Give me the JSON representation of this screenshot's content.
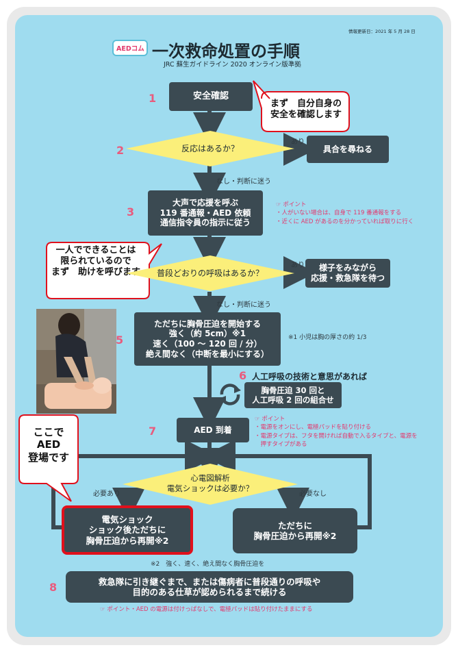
{
  "header": {
    "logo_text": "AEDコム",
    "title": "一次救命処置の手順",
    "subtitle": "JRC 蘇生ガイドライン 2020 オンライン版準拠",
    "updated": "情報更新日：2021 年 5 月 28 日"
  },
  "steps": {
    "s1": {
      "num": "1",
      "label": "安全確認"
    },
    "s2": {
      "num": "2",
      "question": "反応はあるか？",
      "yes": "あり",
      "yes_box": "具合を尋ねる"
    },
    "between_2_3": "なし・判断に迷う",
    "s3": {
      "num": "3",
      "lines": [
        "大声で応援を呼ぶ",
        "119 番通報・AED 依頼",
        "通信指令員の指示に従う"
      ],
      "point_label": "ポイント",
      "points": [
        "・人がいない場合は、自身で 119 番通報をする",
        "・近くに AED があるのを分かっていれば取りに行く"
      ]
    },
    "s4": {
      "question": "普段どおりの呼吸はあるか？",
      "yes": "あり",
      "yes_lines": [
        "様子をみながら",
        "応援・救急隊を待つ"
      ]
    },
    "between_4_5": "なし・判断に迷う",
    "s5": {
      "num": "5",
      "lines": [
        "ただちに胸骨圧迫を開始する",
        "強く（約 5cm）※1",
        "速く（100 ～ 120 回 / 分）",
        "絶え間なく（中断を最小にする）"
      ],
      "note": "※1 小児は胸の厚さの約 1/3"
    },
    "s6": {
      "num": "6",
      "title": "人工呼吸の技術と意思があれば",
      "lines": [
        "胸骨圧迫 30 回と",
        "人工呼吸 2 回の組合せ"
      ]
    },
    "s7": {
      "num": "7",
      "label": "AED 到着",
      "point_label": "ポイント",
      "points": [
        "・電源をオンにし、電極パッドを貼り付ける",
        "・電源タイプは、フタを開ければ自動で入るタイプと、電源を",
        "　押すタイプがある"
      ]
    },
    "s8": {
      "question_lines": [
        "心電図解析",
        "電気ショックは必要か？"
      ],
      "yes": "必要あり",
      "no": "必要なし",
      "yes_lines": [
        "電気ショック",
        "ショック後ただちに",
        "胸骨圧迫から再開※2"
      ],
      "no_lines": [
        "ただちに",
        "胸骨圧迫から再開※2"
      ],
      "note2": "※2　強く、速く、絶え間なく胸骨圧迫を"
    },
    "s9": {
      "num": "8",
      "lines": [
        "救急隊に引き継ぐまで、または傷病者に普段通りの呼吸や",
        "目的のある仕草が認められるまで続ける"
      ],
      "point": "ポイント・AED の電源は付けっぱなしで、電極パッドは貼り付けたままにする"
    }
  },
  "bubbles": {
    "b1": [
      "まず　自分自身の",
      "安全を確認します"
    ],
    "b2": [
      "一人でできることは",
      "限られているので",
      "まず　助けを呼びます"
    ],
    "b3": [
      "ここで",
      "AED",
      "登場です"
    ]
  },
  "colors": {
    "panel": "#9fdcef",
    "box": "#3b4a52",
    "diamond": "#fbef7a",
    "accent": "#e95b7d",
    "highlight": "#e0101c"
  }
}
